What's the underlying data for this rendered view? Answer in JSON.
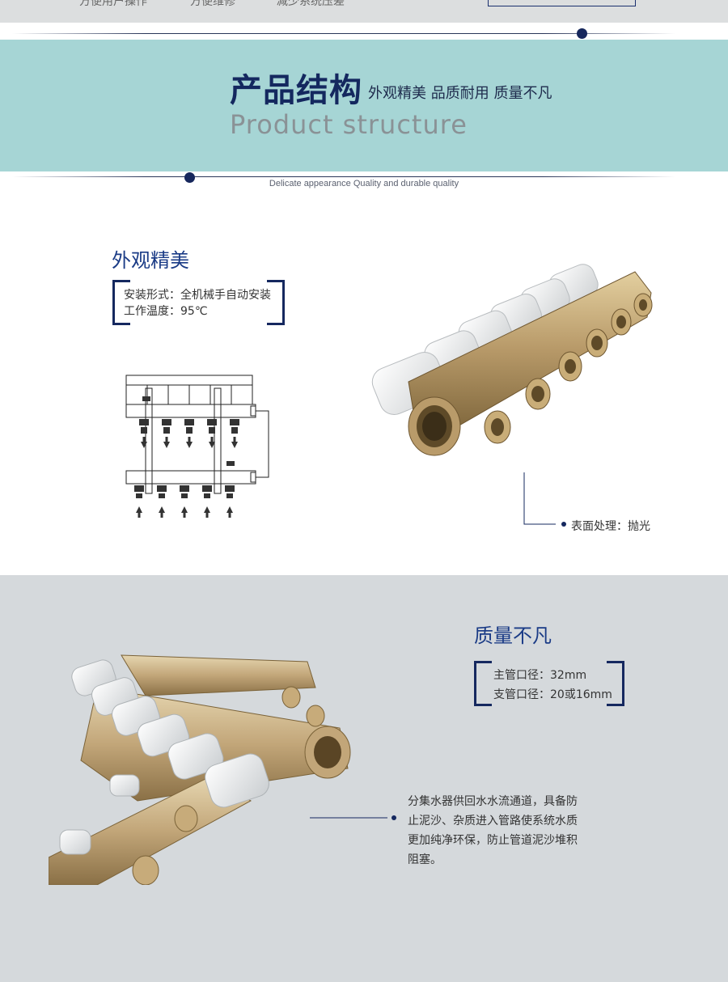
{
  "top_strip": {
    "features": [
      "方便用户操作",
      "方便维修",
      "减少系统压差"
    ]
  },
  "banner": {
    "title_cn": "产品结构",
    "subtitle_cn": "外观精美 品质耐用 质量不凡",
    "title_en": "Product structure",
    "subtitle_en": "Delicate appearance Quality and durable quality"
  },
  "section1": {
    "title": "外观精美",
    "specs": [
      "安装形式：全机械手自动安装",
      "工作温度：95℃"
    ],
    "surface_callout": "表面处理：抛光"
  },
  "section2": {
    "title": "质量不凡",
    "specs": [
      "主管口径：32mm",
      "支管口径：20或16mm"
    ],
    "description": "分集水器供回水水流通道，具备防止泥沙、杂质进入管路使系统水质更加纯净环保，防止管道泥沙堆积阻塞。"
  },
  "colors": {
    "banner_bg": "#a6d5d5",
    "navy": "#15285f",
    "title_blue": "#1a3b86",
    "gray_section": "#d5d9dc",
    "brass": "#b99b6a"
  }
}
